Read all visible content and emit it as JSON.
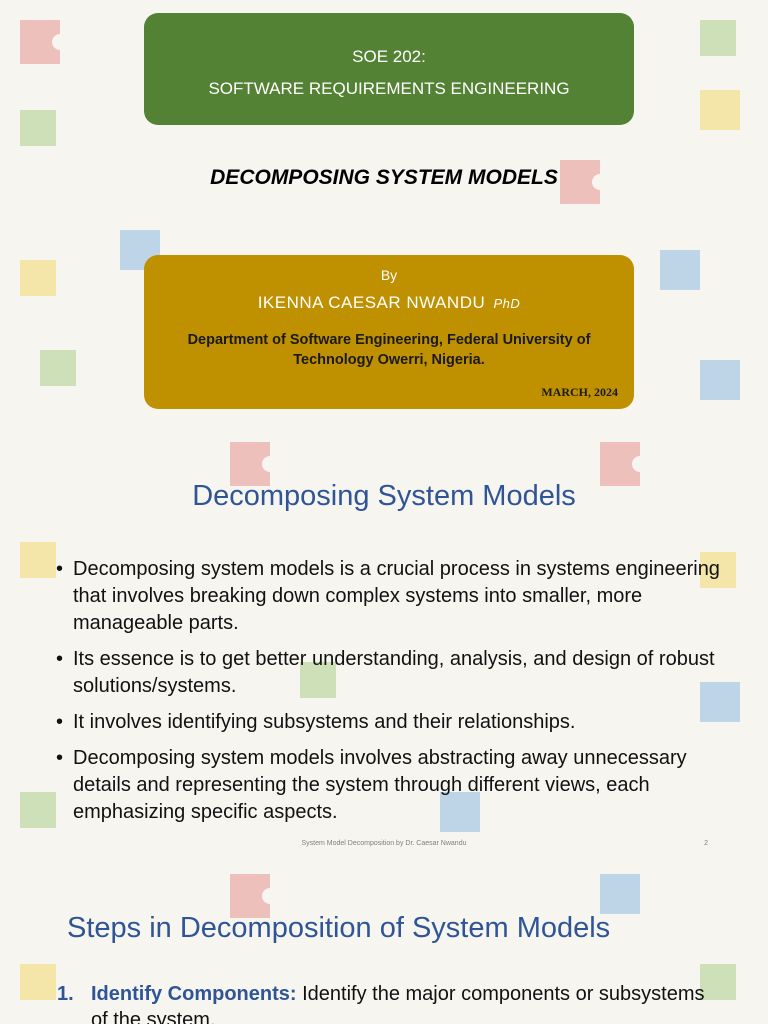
{
  "slide1": {
    "course_code": "SOE 202:",
    "course_name": "SOFTWARE REQUIREMENTS ENGINEERING",
    "deck_title": "DECOMPOSING SYSTEM MODELS",
    "by_label": "By",
    "author_name": "IKENNA CAESAR NWANDU",
    "author_degree": "PhD",
    "department": "Department of Software Engineering, Federal University of Technology Owerri, Nigeria.",
    "date": "MARCH, 2024"
  },
  "slide2": {
    "heading": "Decomposing System Models",
    "bullets": [
      "Decomposing system models is a crucial process in systems engineering that involves breaking down complex systems into smaller, more manageable parts.",
      "Its essence is to get better understanding, analysis, and design of robust solutions/systems.",
      "It involves identifying subsystems and their relationships.",
      "Decomposing system models involves abstracting away unnecessary details and representing the system through different views, each emphasizing specific aspects."
    ],
    "footer": "System Model Decomposition by Dr. Caesar Nwandu",
    "page_number": "2"
  },
  "slide3": {
    "heading": "Steps in Decomposition of System Models",
    "steps": [
      {
        "number": "1.",
        "lead": "Identify Components:",
        "text": " Identify the major components or subsystems of the system."
      }
    ]
  },
  "colors": {
    "course_box": "#548235",
    "author_box": "#bf9000",
    "heading_blue": "#2f5597"
  },
  "icons": {
    "wallpaper": "puzzle-pieces-figure-pattern"
  }
}
